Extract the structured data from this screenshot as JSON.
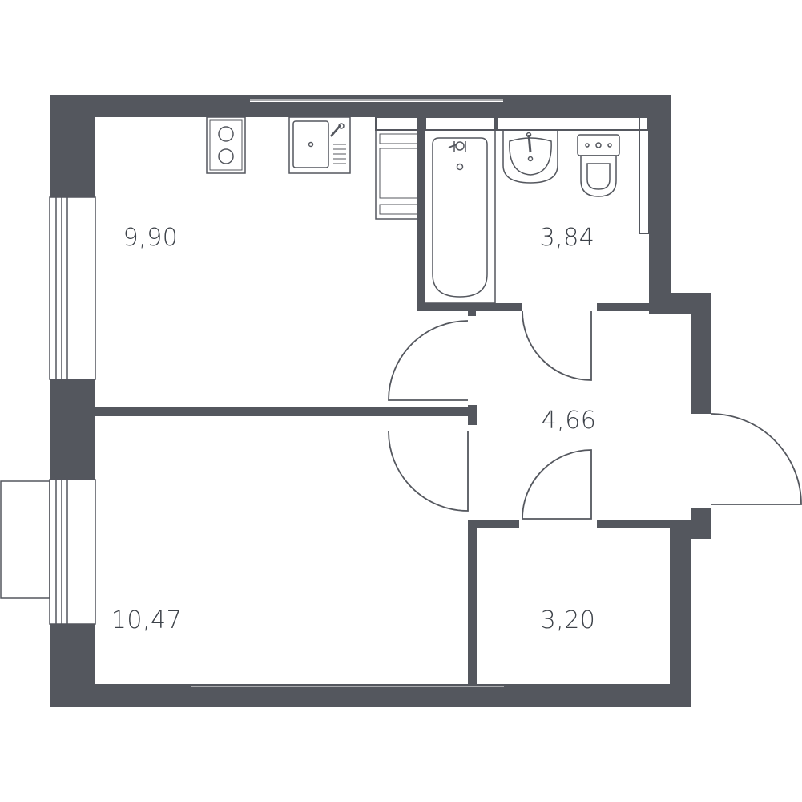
{
  "rooms": [
    {
      "id": "kitchen",
      "area": "9,90"
    },
    {
      "id": "bathroom",
      "area": "3,84"
    },
    {
      "id": "hall",
      "area": "4,66"
    },
    {
      "id": "bedroom",
      "area": "10,47"
    },
    {
      "id": "storage",
      "area": "3,20"
    }
  ],
  "colors": {
    "wall": "#54575e",
    "line": "#54575e",
    "background": "#ffffff"
  },
  "fixtures": [
    "stove-icon",
    "kitchen-sink-icon",
    "washing-machine-icon",
    "bathtub-icon",
    "washbasin-icon",
    "toilet-icon"
  ]
}
